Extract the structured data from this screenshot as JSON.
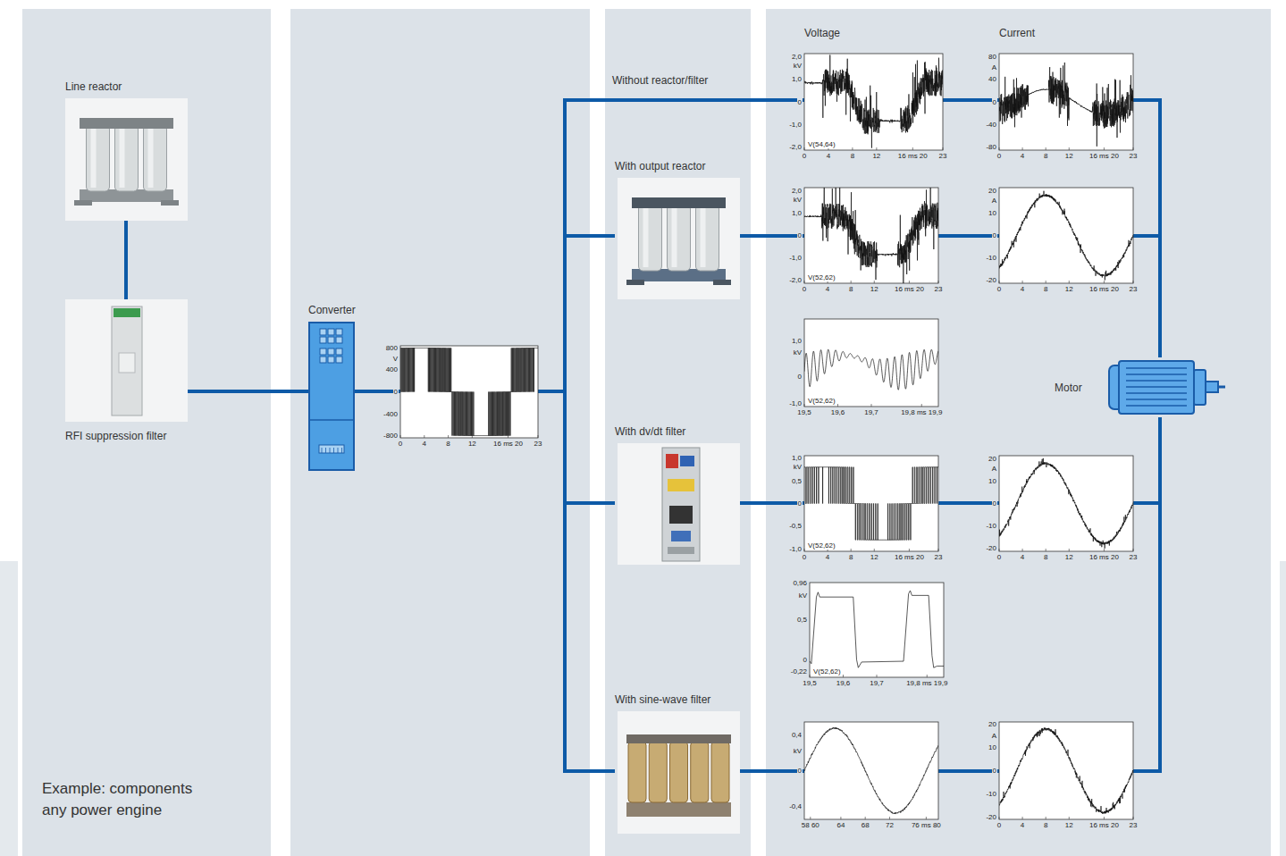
{
  "diagram": {
    "nodes": [
      {
        "text": [
          "Line reactor"
        ]
      },
      {
        "text": [
          "RFI suppression filter"
        ]
      },
      {
        "text": [
          "Converter"
        ]
      },
      {
        "text": [
          "With output reactor"
        ]
      },
      {
        "text": [
          "With dv/dt filter"
        ]
      },
      {
        "text": [
          "With sine-wave filter"
        ]
      },
      {
        "text": [
          "Motor"
        ]
      }
    ],
    "edges": [
      {
        "from": 0,
        "to": 1,
        "arrow": "none"
      },
      {
        "from": 1,
        "to": 2,
        "arrow": "none"
      },
      {
        "from": 2,
        "to": 6,
        "label": "Without reactor/filter",
        "arrow": "none"
      },
      {
        "from": 2,
        "to": 3,
        "arrow": "none"
      },
      {
        "from": 2,
        "to": 4,
        "arrow": "none"
      },
      {
        "from": 2,
        "to": 5,
        "arrow": "none"
      },
      {
        "from": 3,
        "to": 6,
        "arrow": "none"
      },
      {
        "from": 4,
        "to": 6,
        "arrow": "none"
      },
      {
        "from": 5,
        "to": 6,
        "arrow": "none"
      }
    ],
    "labels": [
      "Voltage",
      "Current",
      "800",
      "V",
      "400",
      "0",
      "-400",
      "-800",
      "0",
      "4",
      "8",
      "12",
      "16 ms 20",
      "23",
      "2,0",
      "kV",
      "1,0",
      "0",
      "-1,0",
      "-2,0",
      "V(54,64)",
      "0",
      "4",
      "8",
      "12",
      "16 ms 20",
      "23",
      "80",
      "A",
      "40",
      "0",
      "-40",
      "-80",
      "0",
      "4",
      "8",
      "12",
      "16 ms 20",
      "23",
      "2,0",
      "kV",
      "1,0",
      "0",
      "-1,0",
      "-2,0",
      "V(52,62)",
      "0",
      "4",
      "8",
      "12",
      "16 ms 20",
      "23",
      "20",
      "A",
      "10",
      "0",
      "-10",
      "-20",
      "0",
      "4",
      "8",
      "12",
      "16 ms 20",
      "23",
      "1,0",
      "kV",
      "0",
      "-1,0",
      "V(52,62)",
      "19,5",
      "19,6",
      "19,7",
      "19,8 ms 19,9",
      "1,0",
      "kV",
      "0,5",
      "0",
      "-0,5",
      "-1,0",
      "V(52,62)",
      "0",
      "4",
      "8",
      "12",
      "16 ms 20",
      "23",
      "20",
      "A",
      "10",
      "0",
      "-10",
      "-20",
      "0",
      "4",
      "8",
      "12",
      "16 ms 20",
      "23",
      "0,96",
      "kV",
      "0,5",
      "0",
      "-0,22",
      "V(52,62)",
      "19,5",
      "19,6",
      "19,7",
      "19,8 ms 19,9",
      "0,4",
      "kV",
      "0",
      "-0,4",
      "58 60",
      "64",
      "68",
      "72",
      "76 ms 80",
      "20",
      "A",
      "10",
      "0",
      "-10",
      "-20",
      "0",
      "4",
      "8",
      "12",
      "16 ms 20",
      "23",
      "Example: components any power engine"
    ]
  }
}
